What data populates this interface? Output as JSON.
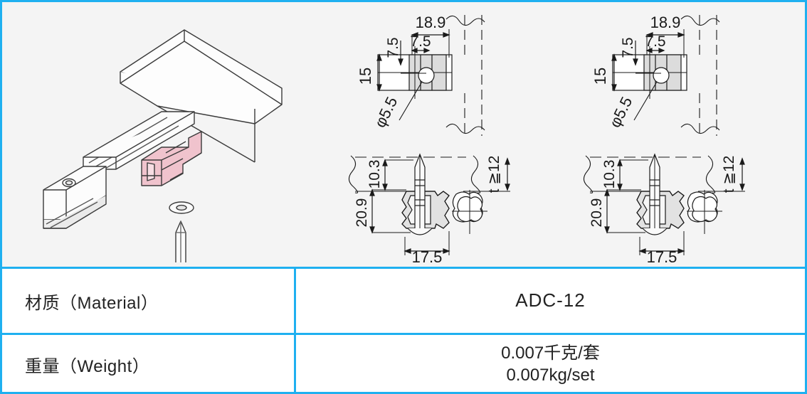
{
  "colors": {
    "border": "#1fb0f0",
    "panel_bg": "#f4f4f4",
    "cell_bg": "#ffffff",
    "ink": "#1a1a1a",
    "bracket_pink": "#f0c3cd",
    "hatch_gray": "#d9d9d9"
  },
  "drawings": {
    "top_left": {
      "name": "plan-view-hole-pattern",
      "dimensions": {
        "overall_width": "18.9",
        "edge_offset": "7.5",
        "slot_width": "7.5",
        "height": "15",
        "hole_diameter": "φ5.5"
      }
    },
    "top_right": {
      "name": "plan-view-hole-pattern",
      "dimensions": {
        "overall_width": "18.9",
        "edge_offset": "7.5",
        "slot_width": "7.5",
        "height": "15",
        "hole_diameter": "φ5.5"
      }
    },
    "bottom_left": {
      "name": "section-view-assembly",
      "dimensions": {
        "pin_height": "10.3",
        "total_height": "20.9",
        "width": "17.5",
        "panel_thickness": "t ≧12"
      }
    },
    "bottom_right": {
      "name": "section-view-assembly",
      "dimensions": {
        "pin_height": "10.3",
        "total_height": "20.9",
        "width": "17.5",
        "panel_thickness": "t ≧12"
      }
    },
    "isometric": {
      "name": "isometric-assembly-illustration",
      "parts": [
        "rail-profile",
        "end-cap",
        "bracket-clip",
        "washer",
        "drive-pin",
        "panel-board"
      ]
    }
  },
  "table": {
    "rows": [
      {
        "label": "材质（Material）",
        "value_lines": [
          "ADC-12"
        ]
      },
      {
        "label": "重量（Weight）",
        "value_lines": [
          "0.007千克/套",
          "0.007kg/set"
        ]
      }
    ]
  }
}
